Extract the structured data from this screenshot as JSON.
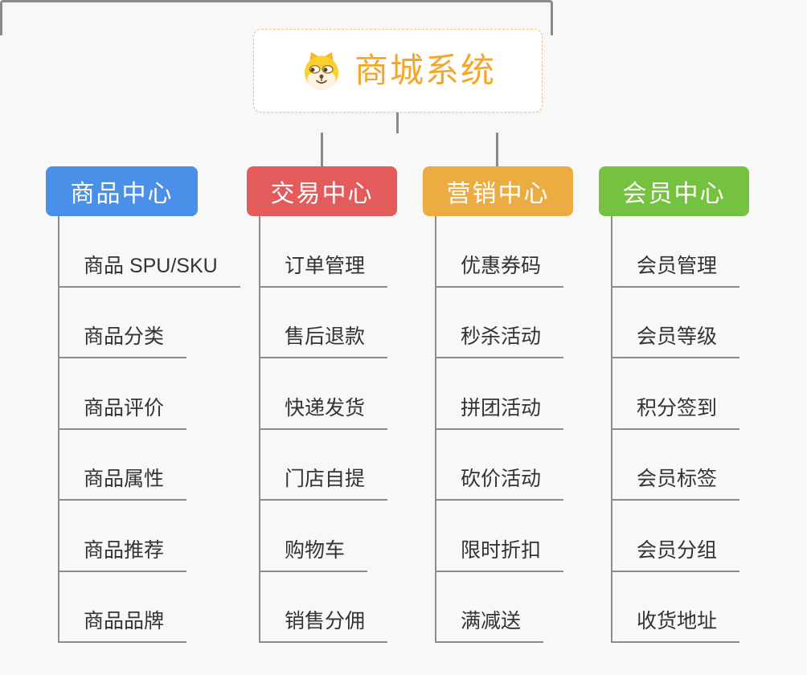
{
  "root": {
    "title": "商城系统",
    "icon": "shiba-dog-icon"
  },
  "branches": [
    {
      "id": "product-center",
      "label": "商品中心",
      "color": "#4b90e8",
      "children": [
        "商品 SPU/SKU",
        "商品分类",
        "商品评价",
        "商品属性",
        "商品推荐",
        "商品品牌"
      ]
    },
    {
      "id": "trade-center",
      "label": "交易中心",
      "color": "#e45b5b",
      "children": [
        "订单管理",
        "售后退款",
        "快递发货",
        "门店自提",
        "购物车",
        "销售分佣"
      ]
    },
    {
      "id": "marketing-center",
      "label": "营销中心",
      "color": "#ecac41",
      "children": [
        "优惠券码",
        "秒杀活动",
        "拼团活动",
        "砍价活动",
        "限时折扣",
        "满减送"
      ]
    },
    {
      "id": "member-center",
      "label": "会员中心",
      "color": "#74c23f",
      "children": [
        "会员管理",
        "会员等级",
        "积分签到",
        "会员标签",
        "会员分组",
        "收货地址"
      ]
    }
  ],
  "colors": {
    "background": "#f8f8f8",
    "connector": "#8a8a8a",
    "line": "#8c8c8c",
    "leaf_text": "#333333",
    "root_accent": "#f4a62c",
    "root_border": "#f2c180"
  }
}
